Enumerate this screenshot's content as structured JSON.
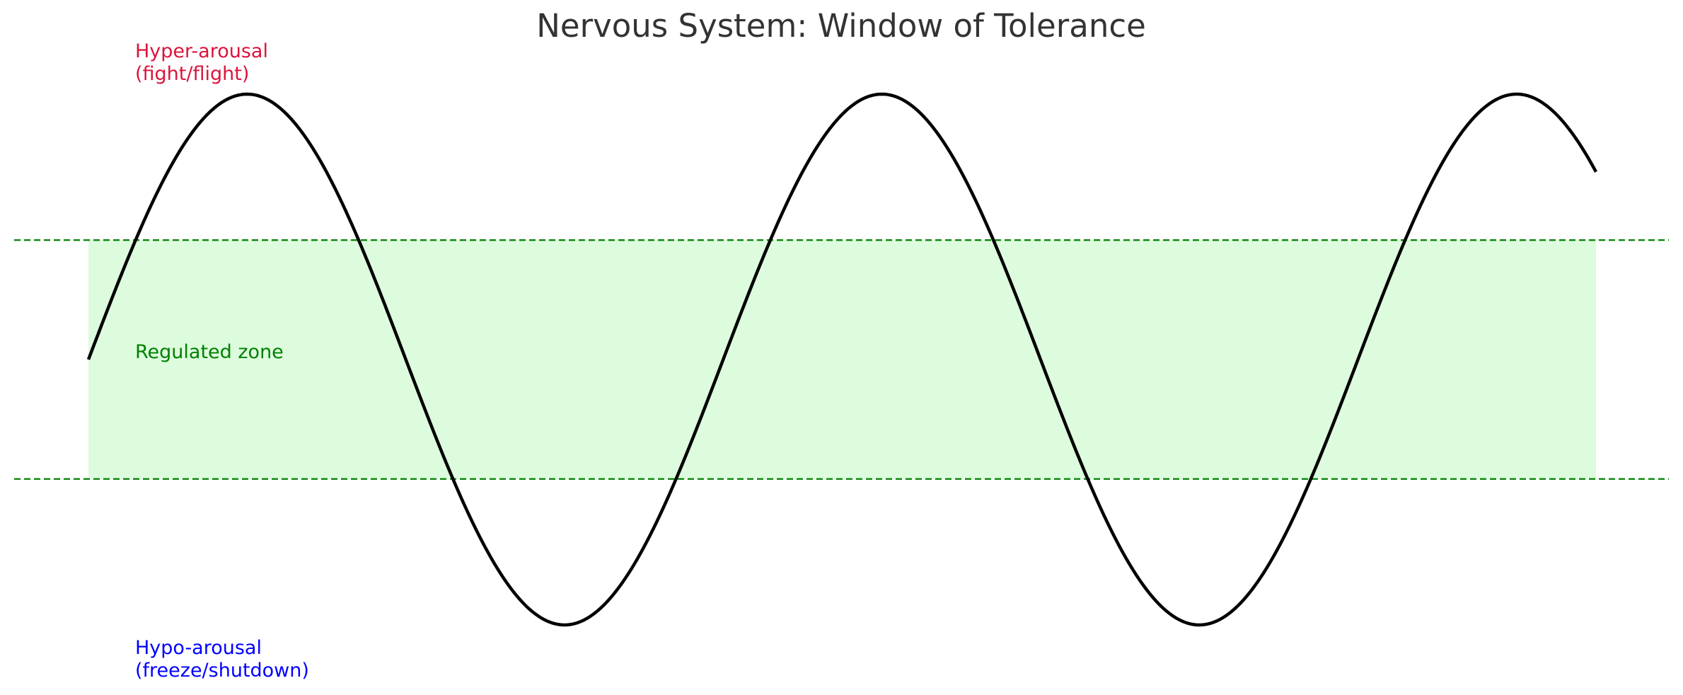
{
  "chart_data": {
    "type": "line",
    "title": "Nervous System: Window of Tolerance",
    "xlabel": "",
    "ylabel": "",
    "xlim": [
      0,
      4.75
    ],
    "ylim": [
      -1.15,
      1.15
    ],
    "axes_visible": false,
    "grid": false,
    "series": [
      {
        "color": "#000000",
        "function": "sin(pi*x)",
        "x_range": [
          0,
          4.75
        ]
      }
    ],
    "window": {
      "upper": 0.45,
      "lower": -0.45,
      "fill_color": "#ddfcdd",
      "line_color": "#008000"
    },
    "annotations": [
      {
        "id": "hyper",
        "lines": [
          "Hyper-arousal",
          "(fight/flight)"
        ],
        "color": "#dc143c"
      },
      {
        "id": "regulated",
        "lines": [
          "Regulated zone"
        ],
        "color": "#008000"
      },
      {
        "id": "hypo",
        "lines": [
          "Hypo-arousal",
          "(freeze/shutdown)"
        ],
        "color": "#0000ff"
      }
    ]
  }
}
